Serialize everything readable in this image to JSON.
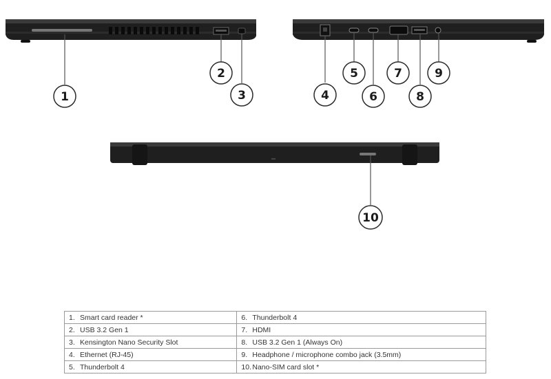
{
  "callouts": [
    {
      "num": "1",
      "label": "Smart card reader *"
    },
    {
      "num": "2",
      "label": "USB 3.2 Gen 1"
    },
    {
      "num": "3",
      "label": "Kensington Nano Security Slot"
    },
    {
      "num": "4",
      "label": "Ethernet (RJ-45)"
    },
    {
      "num": "5",
      "label": "Thunderbolt 4"
    },
    {
      "num": "6",
      "label": "Thunderbolt 4"
    },
    {
      "num": "7",
      "label": "HDMI"
    },
    {
      "num": "8",
      "label": "USB 3.2 Gen 1 (Always On)"
    },
    {
      "num": "9",
      "label": "Headphone / microphone combo jack (3.5mm)"
    },
    {
      "num": "10",
      "label": "Nano-SIM card slot *"
    }
  ],
  "legend": {
    "rows": [
      {
        "left_idx": "1.",
        "left_text": "Smart card reader *",
        "right_idx": "6.",
        "right_text": "Thunderbolt 4"
      },
      {
        "left_idx": "2.",
        "left_text": "USB 3.2 Gen 1",
        "right_idx": "7.",
        "right_text": "HDMI"
      },
      {
        "left_idx": "3.",
        "left_text": "Kensington Nano Security Slot",
        "right_idx": "8.",
        "right_text": "USB 3.2 Gen 1 (Always On)"
      },
      {
        "left_idx": "4.",
        "left_text": "Ethernet (RJ-45)",
        "right_idx": "9.",
        "right_text": "Headphone / microphone combo jack (3.5mm)"
      },
      {
        "left_idx": "5.",
        "left_text": "Thunderbolt 4",
        "right_idx": "10.",
        "right_text": "Nano-SIM card slot *"
      }
    ]
  },
  "colors": {
    "chassis": "#1e1e1e",
    "chassis_edge": "#3a3a3a",
    "line": "#555555",
    "circle_stroke": "#2a2a2a"
  }
}
